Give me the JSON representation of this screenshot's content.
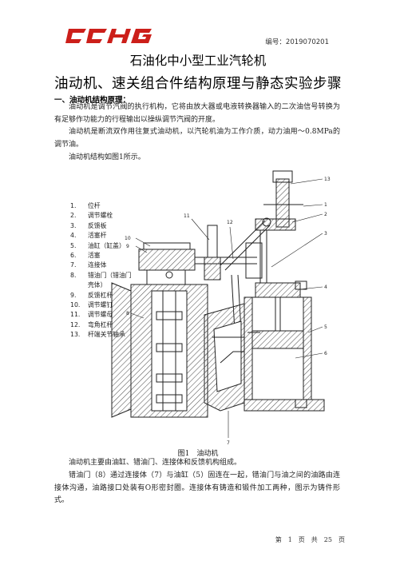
{
  "header": {
    "logo_text": "CCHG",
    "doc_number": "编号：2019070201"
  },
  "title_line1": "石油化中小型工业汽轮机",
  "title_line2": "油动机、速关组合件结构原理与静态实验步骤",
  "section1": "一、油动机结构原理：",
  "paragraphs": {
    "p1": "油动机是调节汽阀的执行机构，它将由放大器或电液转换器输入的二次油信号转换为有足够作功能力的行程输出以操纵调节汽阀的开度。",
    "p2": "油动机是断流双作用往复式油动机，以汽轮机油为工作介质，动力油用～0.8MPa的调节油。",
    "p3": "油动机结构如图1所示。",
    "p4": "油动机主要由油缸、错油门、连接体和反馈机构组成。",
    "p5": "错油门（8）通过连接体（7）与油缸（5）固连在一起，错油门与油之间的油路由连接体沟通，油路接口处装有O形密封圈。连接体有铸造和锻件加工两种，图示为铸件形式。"
  },
  "legend": [
    {
      "num": "1.",
      "text": "位杆"
    },
    {
      "num": "2.",
      "text": "调节螺栓"
    },
    {
      "num": "3.",
      "text": "反馈板"
    },
    {
      "num": "4.",
      "text": "活塞杆"
    },
    {
      "num": "5.",
      "text": "油缸（缸盖）"
    },
    {
      "num": "6.",
      "text": "活塞"
    },
    {
      "num": "7.",
      "text": "连接体"
    },
    {
      "num": "8.",
      "text": "错油门（错油门壳体）"
    },
    {
      "num": "9.",
      "text": "反馈杠杆"
    },
    {
      "num": "10.",
      "text": "调节螺钉"
    },
    {
      "num": "11.",
      "text": "调节螺母"
    },
    {
      "num": "12.",
      "text": "弯角杠杆"
    },
    {
      "num": "13.",
      "text": "杆端关节轴承"
    }
  ],
  "diagram_labels": {
    "n1": "1",
    "n2": "2",
    "n3": "3",
    "n4": "4",
    "n5": "5",
    "n6": "6",
    "n7": "7",
    "n8": "8",
    "n9": "9",
    "n10": "10",
    "n11": "11",
    "n12": "12",
    "n13": "13"
  },
  "caption": "图1　油动机",
  "footer": "第　1　页　共　25　页",
  "colors": {
    "logo_red": "#cc1f1a",
    "hatch": "#555555"
  }
}
